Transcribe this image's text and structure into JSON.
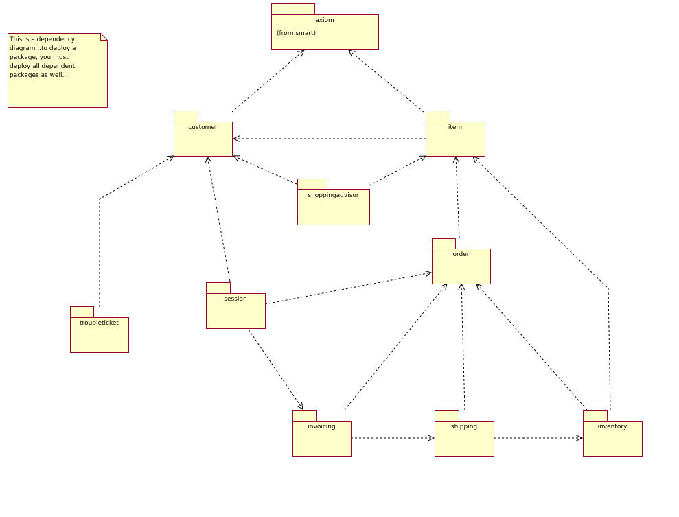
{
  "colors": {
    "fill": "#FFFFCC",
    "border": "#990033",
    "line": "#000000"
  },
  "note": {
    "lines": [
      "This is a dependency",
      "diagram...to deploy a",
      "package, you must",
      "deploy all dependent",
      "packages as well..."
    ]
  },
  "packages": {
    "axiom": {
      "name": "axiom",
      "from": "(from smart)"
    },
    "customer": {
      "name": "customer"
    },
    "item": {
      "name": "item"
    },
    "shoppingadvisor": {
      "name": "shoppingadvisor"
    },
    "order": {
      "name": "order"
    },
    "session": {
      "name": "session"
    },
    "troubleticket": {
      "name": "troubleticket"
    },
    "invoicing": {
      "name": "invoicing"
    },
    "shipping": {
      "name": "shipping"
    },
    "inventory": {
      "name": "inventory"
    }
  },
  "dependencies": [
    {
      "from": "customer",
      "to": "axiom"
    },
    {
      "from": "item",
      "to": "axiom"
    },
    {
      "from": "item",
      "to": "customer"
    },
    {
      "from": "shoppingadvisor",
      "to": "customer"
    },
    {
      "from": "shoppingadvisor",
      "to": "item"
    },
    {
      "from": "troubleticket",
      "to": "customer"
    },
    {
      "from": "session",
      "to": "customer"
    },
    {
      "from": "session",
      "to": "order"
    },
    {
      "from": "session",
      "to": "invoicing"
    },
    {
      "from": "invoicing",
      "to": "order"
    },
    {
      "from": "shipping",
      "to": "order"
    },
    {
      "from": "inventory",
      "to": "order"
    },
    {
      "from": "inventory",
      "to": "item"
    },
    {
      "from": "order",
      "to": "item"
    },
    {
      "from": "invoicing",
      "to": "shipping"
    },
    {
      "from": "shipping",
      "to": "inventory"
    }
  ]
}
